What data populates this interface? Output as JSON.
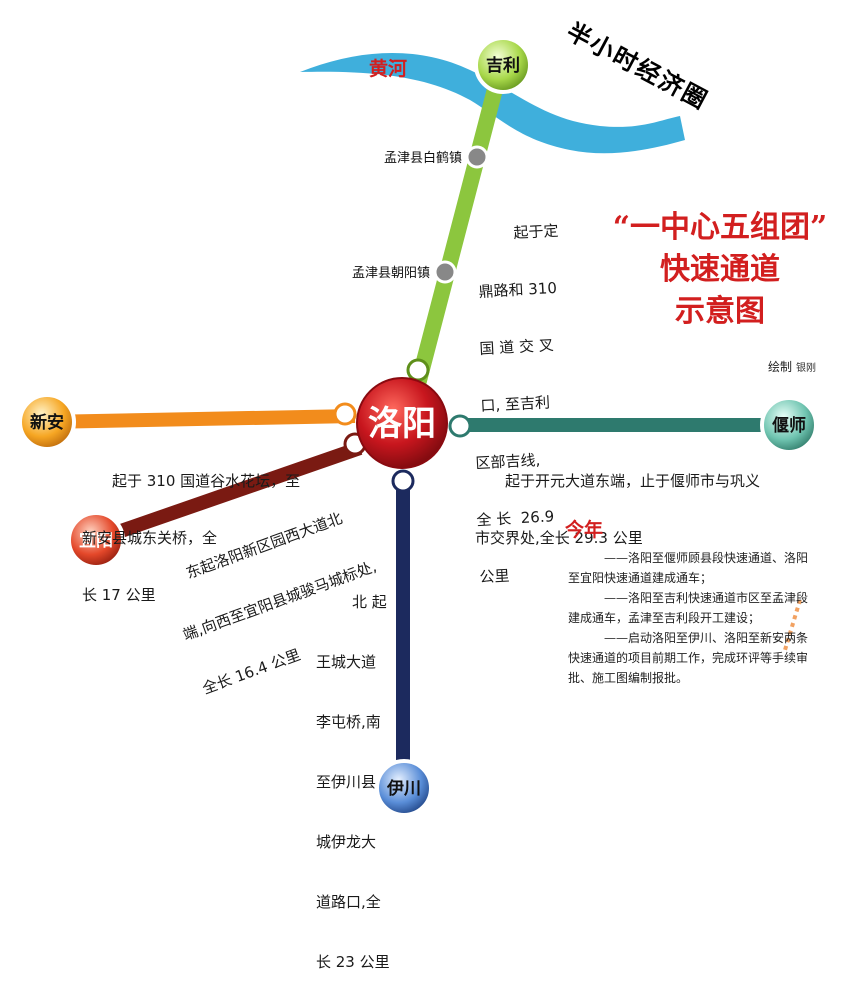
{
  "header": {
    "corner_title": "半小时经济圈",
    "main_title_line1": "“一中心五组团”",
    "main_title_line2": "快速通道",
    "main_title_line3": "示意图",
    "credit_label": "绘制",
    "credit_name": "银刚"
  },
  "river": {
    "label": "黄河"
  },
  "hub": {
    "label": "洛阳"
  },
  "terminals": {
    "jili": "吉利",
    "xinan": "新安",
    "yiyang": "宜阳",
    "yanshi": "偃师",
    "yichuan": "伊川"
  },
  "towns": {
    "baihe": "孟津县白鹤镇",
    "chaoyang": "孟津县朝阳镇"
  },
  "routes": {
    "north": [
      "起于定",
      "鼎路和 310",
      "国 道 交 叉",
      "口, 至吉利",
      "区部吉线,",
      "全 长  26.9",
      "公里"
    ],
    "west": [
      "起于 310 国道谷水花坛，至",
      "新安县城东关桥，全",
      "长 17 公里"
    ],
    "southwest": [
      "东起洛阳新区园西大道北",
      "端,向西至宜阳县城骏马城标处,",
      "全长 16.4 公里"
    ],
    "east": [
      "起于开元大道东端，止于偃师市与巩义",
      "市交界处,全长 29.3 公里"
    ],
    "south": [
      "北 起",
      "王城大道",
      "李屯桥,南",
      "至伊川县",
      "城伊龙大",
      "道路口,全",
      "长 23 公里"
    ]
  },
  "notes": {
    "heading": "今年",
    "items": [
      "——洛阳至偃师顾县段快速通道、洛阳至宜阳快速通道建成通车；",
      "——洛阳至吉利快速通道市区至孟津段建成通车，孟津至吉利段开工建设；",
      "——启动洛阳至伊川、洛阳至新安两条快速通道的项目前期工作，完成环评等手续审批、施工图编制报批。"
    ]
  },
  "colors": {
    "north_line": "#8cc63e",
    "west_line": "#f28c1c",
    "southwest_line": "#7a1a12",
    "east_line": "#2e7a6e",
    "south_line": "#1c2a5e",
    "hub": "#c8161e",
    "accent_red": "#d21f1f",
    "river": "#2aa6d8"
  }
}
